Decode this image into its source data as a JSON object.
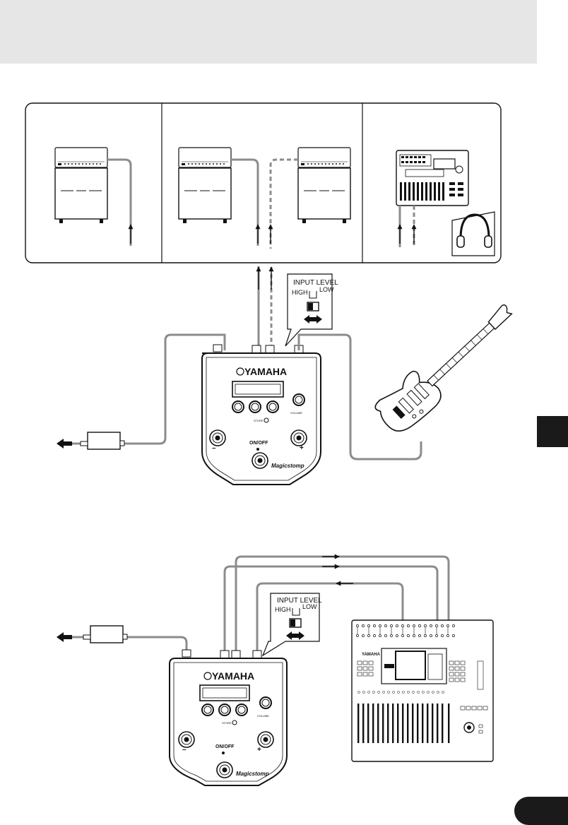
{
  "switch_callout_top": {
    "title": "INPUT LEVEL",
    "high": "HIGH",
    "low": "LOW"
  },
  "switch_callout_bottom": {
    "title": "INPUT LEVEL",
    "high": "HIGH",
    "low": "LOW"
  },
  "pedal_top": {
    "brand": "YAMAHA",
    "on_off": "ON/OFF",
    "minus": "–",
    "plus": "+",
    "product": "Magicstomp",
    "volume": "VOLUME",
    "store": "STORE"
  },
  "pedal_bottom": {
    "brand": "YAMAHA",
    "on_off": "ON/OFF",
    "minus": "–",
    "plus": "+",
    "product": "Magicstomp",
    "volume": "VOLUME",
    "store": "STORE"
  },
  "mixer": {
    "brand": "YAMAHA"
  },
  "colors": {
    "band": "#e6e6e6",
    "cable": "#8c8c8c",
    "ink": "#111111"
  }
}
